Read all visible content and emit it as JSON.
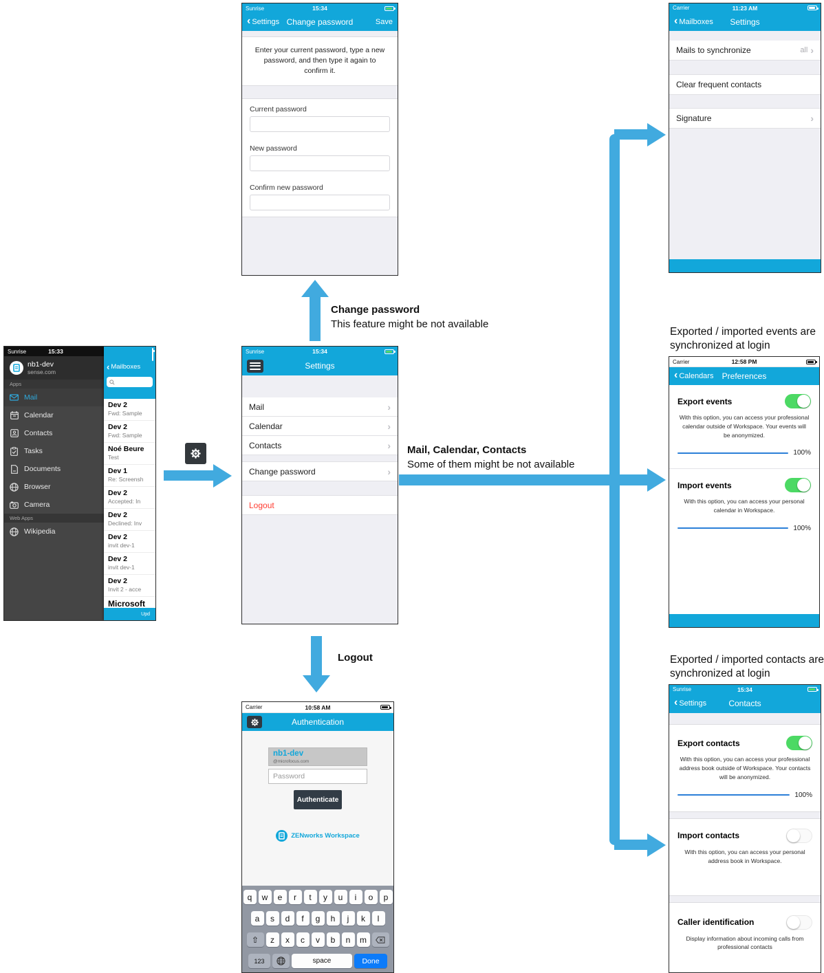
{
  "annotations": {
    "change_password": {
      "title": "Change password",
      "subtitle": "This feature might be not available"
    },
    "mail_calendar_contacts": {
      "title": "Mail, Calendar, Contacts",
      "subtitle": "Some of them might be not available"
    },
    "logout": {
      "title": "Logout"
    },
    "events_sync": "Exported / imported events are synchronized at login",
    "contacts_sync": "Exported / imported contacts are synchronized at login"
  },
  "change_password_screen": {
    "status": {
      "carrier": "Sunrise",
      "time": "15:34"
    },
    "nav": {
      "back": "Settings",
      "title": "Change password",
      "action": "Save"
    },
    "instruction": "Enter your current password, type a new password, and then type it again to confirm it.",
    "fields": [
      {
        "label": "Current password"
      },
      {
        "label": "New password"
      },
      {
        "label": "Confirm new password"
      }
    ]
  },
  "settings_screen": {
    "status": {
      "carrier": "Sunrise",
      "time": "15:34"
    },
    "nav": {
      "title": "Settings"
    },
    "items": [
      {
        "label": "Mail"
      },
      {
        "label": "Calendar"
      },
      {
        "label": "Contacts"
      }
    ],
    "change_password_label": "Change password",
    "logout_label": "Logout"
  },
  "workspace_screen": {
    "status": {
      "carrier": "Sunrise",
      "time": "15:33"
    },
    "account": {
      "name": "nb1-dev",
      "domain": "sense.com"
    },
    "apps_header": "Apps",
    "apps": [
      {
        "label": "Mail",
        "icon": "mail-icon",
        "active": true
      },
      {
        "label": "Calendar",
        "icon": "calendar-icon"
      },
      {
        "label": "Contacts",
        "icon": "contacts-icon"
      },
      {
        "label": "Tasks",
        "icon": "tasks-icon"
      },
      {
        "label": "Documents",
        "icon": "documents-icon"
      },
      {
        "label": "Browser",
        "icon": "globe-icon"
      },
      {
        "label": "Camera",
        "icon": "camera-icon"
      }
    ],
    "webapps_header": "Web Apps",
    "webapps": [
      {
        "label": "Wikipedia",
        "icon": "globe-icon"
      }
    ],
    "mail_panel": {
      "back": "Mailboxes",
      "items": [
        {
          "title": "Dev 2",
          "subtitle": "Fwd: Sample"
        },
        {
          "title": "Dev 2",
          "subtitle": "Fwd: Sample"
        },
        {
          "title": "Noé Beure",
          "subtitle": "Test"
        },
        {
          "title": "Dev 1",
          "subtitle": "Re: Screensh"
        },
        {
          "title": "Dev 2",
          "subtitle": "Accepted: In"
        },
        {
          "title": "Dev 2",
          "subtitle": "Declined: Inv"
        },
        {
          "title": "Dev 2",
          "subtitle": "invit dev-1"
        },
        {
          "title": "Dev 2",
          "subtitle": "invit dev-1"
        },
        {
          "title": "Dev 2",
          "subtitle": "Invit 2 - acce"
        },
        {
          "title": "Microsoft",
          "subtitle": ""
        }
      ],
      "footer": "Upd"
    }
  },
  "mail_settings_screen": {
    "status": {
      "carrier": "Carrier",
      "time": "11:23 AM"
    },
    "nav": {
      "back": "Mailboxes",
      "title": "Settings"
    },
    "rows": [
      {
        "label": "Mails to synchronize",
        "value": "all"
      },
      {
        "label": "Clear frequent contacts",
        "value": ""
      },
      {
        "label": "Signature",
        "value": ""
      }
    ]
  },
  "preferences_screen": {
    "status": {
      "carrier": "Carrier",
      "time": "12:58 PM"
    },
    "nav": {
      "back": "Calendars",
      "title": "Preferences"
    },
    "export": {
      "label": "Export events",
      "caption": "With this option, you can access your professional calendar outside of Workspace. Your events will be anonymized.",
      "percent": "100%",
      "on": true
    },
    "import": {
      "label": "Import events",
      "caption": "With this option, you can access your personal calendar in Workspace.",
      "percent": "100%",
      "on": true
    }
  },
  "contacts_screen": {
    "status": {
      "carrier": "Sunrise",
      "time": "15:34"
    },
    "nav": {
      "back": "Settings",
      "title": "Contacts"
    },
    "export": {
      "label": "Export contacts",
      "caption": "With this option, you can access your professional address book outside of Workspace. Your contacts will be anonymized.",
      "percent": "100%",
      "on": true
    },
    "import": {
      "label": "Import contacts",
      "caption": "With this option, you can access your personal address book in Workspace.",
      "on": false
    },
    "caller": {
      "label": "Caller identification",
      "caption": "Display information about incoming calls from professional contacts",
      "on": false
    }
  },
  "auth_screen": {
    "status": {
      "carrier": "Carrier",
      "time": "10:58 AM"
    },
    "nav": {
      "title": "Authentication"
    },
    "username": {
      "value": "nb1-dev",
      "domain": "@microfocus.com"
    },
    "password_placeholder": "Password",
    "button_label": "Authenticate",
    "brand": "ZENworks Workspace",
    "keyboard": {
      "row1": [
        "q",
        "w",
        "e",
        "r",
        "t",
        "y",
        "u",
        "i",
        "o",
        "p"
      ],
      "row2": [
        "a",
        "s",
        "d",
        "f",
        "g",
        "h",
        "j",
        "k",
        "l"
      ],
      "row3": [
        "z",
        "x",
        "c",
        "v",
        "b",
        "n",
        "m"
      ],
      "numbers_key": "123",
      "space_key": "space",
      "done_key": "Done"
    }
  }
}
